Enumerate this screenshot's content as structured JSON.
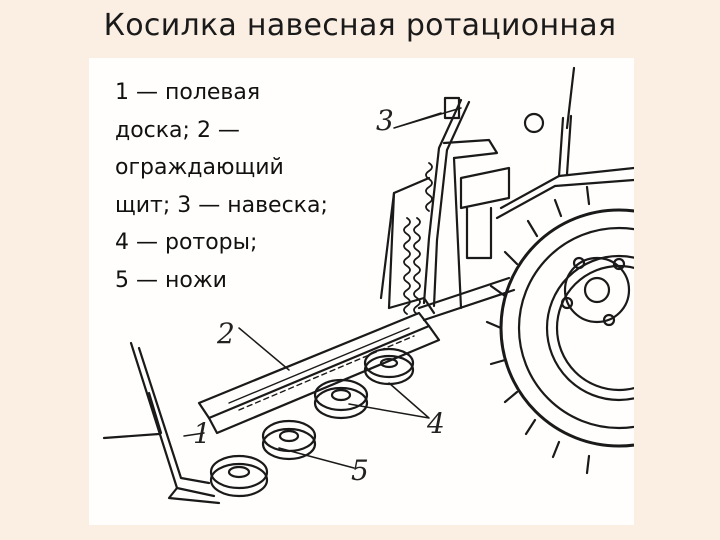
{
  "slide": {
    "title": "Косилка навесная ротационная"
  },
  "caption": {
    "lines": [
      "1 — полевая",
      "доска; 2 —",
      "ограждающий",
      "щит; 3 — навеска;",
      "4 — роторы;",
      "5 — ножи"
    ]
  },
  "diagram": {
    "labels": {
      "n1": "1",
      "n2": "2",
      "n3": "3",
      "n4": "4",
      "n5": "5"
    }
  },
  "colors": {
    "background": "#fbeee3",
    "figure": "#fffefc",
    "ink": "#1a1a1a"
  }
}
